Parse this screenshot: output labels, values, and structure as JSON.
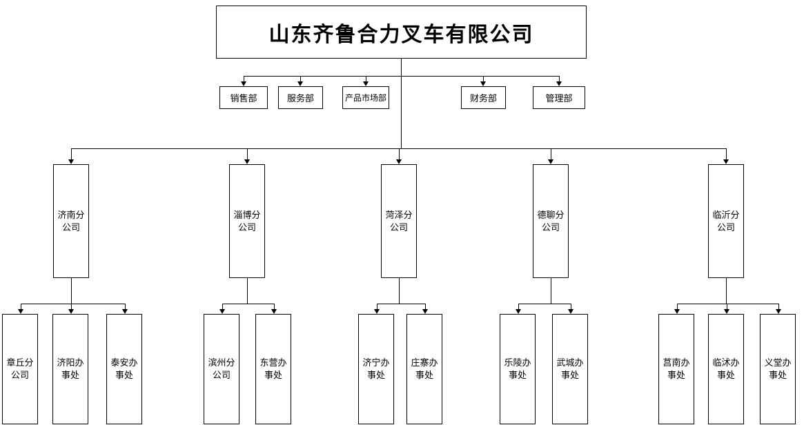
{
  "title": "山东齐鲁合力叉车有限公司",
  "departments": [
    {
      "label": "销售部"
    },
    {
      "label": "服务部"
    },
    {
      "label": "产品市场部"
    },
    {
      "label": "财务部"
    },
    {
      "label": "管理部"
    }
  ],
  "branches": [
    {
      "label": "济南分\n公司",
      "children": [
        {
          "label": "章丘分\n公司"
        },
        {
          "label": "济阳办\n事处"
        },
        {
          "label": "泰安办\n事处"
        }
      ]
    },
    {
      "label": "淄博分\n公司",
      "children": [
        {
          "label": "滨州分\n公司"
        },
        {
          "label": "东营办\n事处"
        }
      ]
    },
    {
      "label": "菏泽分\n公司",
      "children": [
        {
          "label": "济宁办\n事处"
        },
        {
          "label": "庄寨办\n事处"
        }
      ]
    },
    {
      "label": "德聊分\n公司",
      "children": [
        {
          "label": "乐陵办\n事处"
        },
        {
          "label": "武城办\n事处"
        }
      ]
    },
    {
      "label": "临沂分\n公司",
      "children": [
        {
          "label": "莒南办\n事处"
        },
        {
          "label": "临沭办\n事处"
        },
        {
          "label": "义堂办\n事处"
        }
      ]
    }
  ]
}
